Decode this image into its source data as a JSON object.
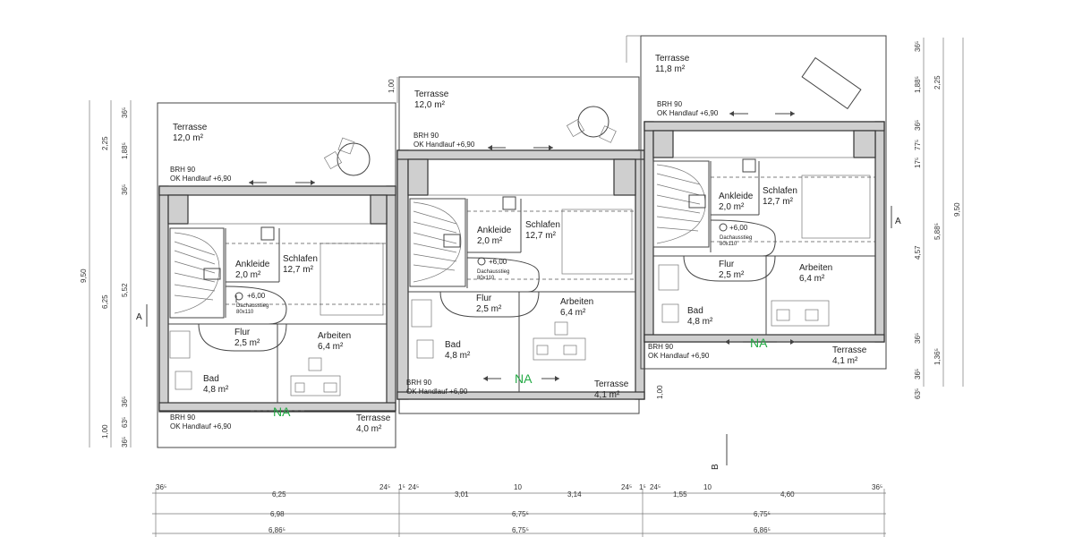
{
  "colors": {
    "ink": "#333333",
    "marker": "#22aa44",
    "wall_fill": "#cfcfcf",
    "paper": "#ffffff"
  },
  "units": {
    "left": {
      "terrasse_top": {
        "name": "Terrasse",
        "area": "12,0 m²"
      },
      "brh_top": "BRH 90",
      "handlauf_top": "OK Handlauf +6,90",
      "ankleide": {
        "name": "Ankleide",
        "area": "2,0 m²"
      },
      "schlafen": {
        "name": "Schlafen",
        "area": "12,7 m²"
      },
      "level": "+6,00",
      "dachausstieg": "Dachausstieg",
      "dachausstieg_size": "80x110",
      "flur": {
        "name": "Flur",
        "area": "2,5 m²"
      },
      "arbeiten": {
        "name": "Arbeiten",
        "area": "6,4 m²"
      },
      "bad": {
        "name": "Bad",
        "area": "4,8 m²"
      },
      "brh_bottom": "BRH 90",
      "handlauf_bottom": "OK Handlauf +6,90",
      "terrasse_bottom": {
        "name": "Terrasse",
        "area": "4,0 m²"
      },
      "marker": "NA"
    },
    "middle": {
      "terrasse_top": {
        "name": "Terrasse",
        "area": "12,0 m²"
      },
      "brh_top": "BRH 90",
      "handlauf_top": "OK Handlauf +6,90",
      "ankleide": {
        "name": "Ankleide",
        "area": "2,0 m²"
      },
      "schlafen": {
        "name": "Schlafen",
        "area": "12,7 m²"
      },
      "level": "+6,00",
      "dachausstieg": "Dachausstieg",
      "dachausstieg_size": "80x110",
      "flur": {
        "name": "Flur",
        "area": "2,5 m²"
      },
      "arbeiten": {
        "name": "Arbeiten",
        "area": "6,4 m²"
      },
      "bad": {
        "name": "Bad",
        "area": "4,8 m²"
      },
      "brh_bottom": "BRH 90",
      "handlauf_bottom": "OK Handlauf +6,90",
      "terrasse_bottom": {
        "name": "Terrasse",
        "area": "4,1 m²"
      },
      "marker": "NA"
    },
    "right": {
      "terrasse_top": {
        "name": "Terrasse",
        "area": "11,8 m²"
      },
      "brh_top": "BRH 90",
      "handlauf_top": "OK Handlauf +6,90",
      "ankleide": {
        "name": "Ankleide",
        "area": "2,0 m²"
      },
      "schlafen": {
        "name": "Schlafen",
        "area": "12,7 m²"
      },
      "level": "+6,00",
      "dachausstieg": "Dachausstieg",
      "dachausstieg_size": "80x110",
      "flur": {
        "name": "Flur",
        "area": "2,5 m²"
      },
      "arbeiten": {
        "name": "Arbeiten",
        "area": "6,4 m²"
      },
      "bad": {
        "name": "Bad",
        "area": "4,8 m²"
      },
      "brh_bottom": "BRH 90",
      "handlauf_bottom": "OK Handlauf +6,90",
      "terrasse_bottom": {
        "name": "Terrasse",
        "area": "4,1 m²"
      },
      "marker": "NA"
    }
  },
  "section_markers": {
    "a_left": "A",
    "a_right": "A",
    "b": "B"
  },
  "offset_dims": {
    "middle_top": "1,00",
    "middle_bottom": "1,00"
  },
  "dims_left": [
    "36⁵",
    "2,25",
    "1,88⁵",
    "36⁵",
    "6,25",
    "5,52",
    "9,50",
    "36⁵",
    "63⁵",
    "1,00",
    "36⁵"
  ],
  "dims_right": [
    "36⁵",
    "1,88⁵",
    "2,25",
    "36⁵",
    "77⁵",
    "17⁵",
    "4,57",
    "5,88⁵",
    "9,50",
    "36⁵",
    "1,36⁵",
    "36⁵",
    "63⁵"
  ],
  "dims_bottom_row1": [
    "36⁵",
    "6,25",
    "24⁵",
    "1⁵",
    "24⁵",
    "3,01",
    "10",
    "3,14",
    "24⁵",
    "1⁵",
    "24⁵",
    "1,55",
    "10",
    "4,60",
    "36⁵"
  ],
  "dims_bottom_row2": [
    "6,98",
    "6,75⁵",
    "6,75⁵"
  ],
  "dims_bottom_row3": [
    "6,86⁵",
    "6,75⁵",
    "6,86⁵"
  ]
}
